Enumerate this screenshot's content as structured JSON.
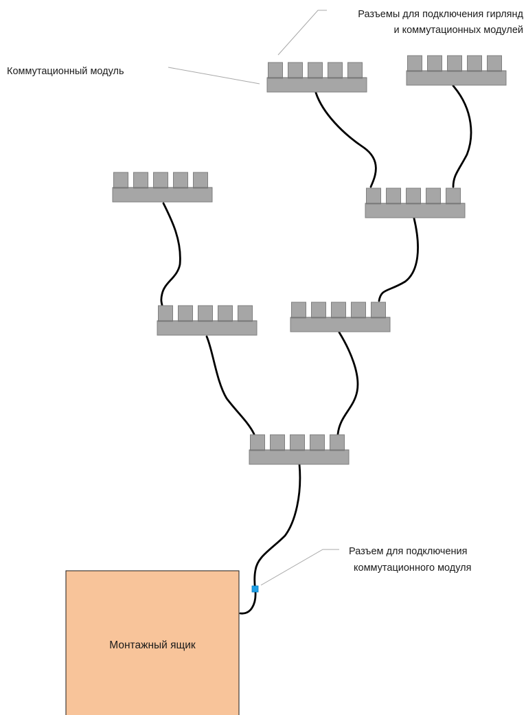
{
  "labels": {
    "garland_connectors_line1": "Разъемы для подключения гирлянд",
    "garland_connectors_line2": "и коммутационных модулей",
    "switching_module": "Коммутационный модуль",
    "module_connector_line1": "Разъем для подключения",
    "module_connector_line2": "коммутационного модуля",
    "mounting_box": "Монтажный ящик"
  },
  "colors": {
    "module_fill": "#a6a6a6",
    "module_stroke": "#7f7f7f",
    "cable": "#000000",
    "mounting_box_fill": "#f8c49a",
    "connector": "#1e9fe6",
    "leader_line": "#a8a8a8"
  },
  "modules": [
    {
      "id": "module-top-center",
      "pins": 5
    },
    {
      "id": "module-top-right",
      "pins": 5
    },
    {
      "id": "module-upper-left",
      "pins": 5
    },
    {
      "id": "module-mid-right",
      "pins": 5
    },
    {
      "id": "module-mid-left",
      "pins": 5
    },
    {
      "id": "module-mid-center",
      "pins": 5
    },
    {
      "id": "module-bottom",
      "pins": 5
    }
  ]
}
